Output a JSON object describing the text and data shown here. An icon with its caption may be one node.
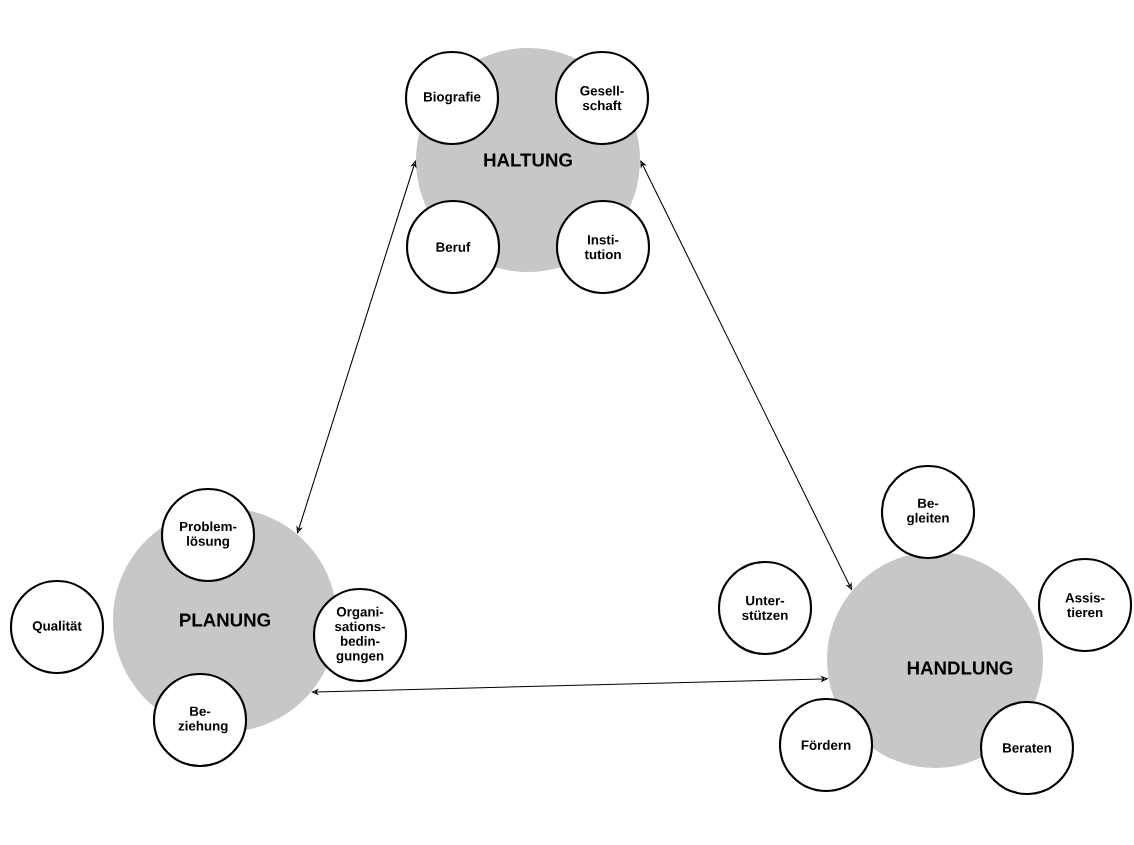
{
  "diagram": {
    "nodes": [
      {
        "text": [
          "HALTUNG"
        ]
      },
      {
        "text": [
          "Biografie"
        ]
      },
      {
        "text": [
          "Gesell-schaft"
        ]
      },
      {
        "text": [
          "Beruf"
        ]
      },
      {
        "text": [
          "Insti-tution"
        ]
      },
      {
        "text": [
          "PLANUNG"
        ]
      },
      {
        "text": [
          "Problem-lösung"
        ]
      },
      {
        "text": [
          "Qualität"
        ]
      },
      {
        "text": [
          "Organi-sations-bedin-gungen"
        ]
      },
      {
        "text": [
          "Be-ziehung"
        ]
      },
      {
        "text": [
          "HANDLUNG"
        ]
      },
      {
        "text": [
          "Be-gleiten"
        ]
      },
      {
        "text": [
          "Unter-stützen"
        ]
      },
      {
        "text": [
          "Assis-tieren"
        ]
      },
      {
        "text": [
          "Fördern"
        ]
      },
      {
        "text": [
          "Beraten"
        ]
      }
    ],
    "edges": [
      {
        "from": 0,
        "to": 5,
        "arrow": "both"
      },
      {
        "from": 0,
        "to": 10,
        "arrow": "both"
      },
      {
        "from": 5,
        "to": 10,
        "arrow": "both"
      }
    ]
  }
}
